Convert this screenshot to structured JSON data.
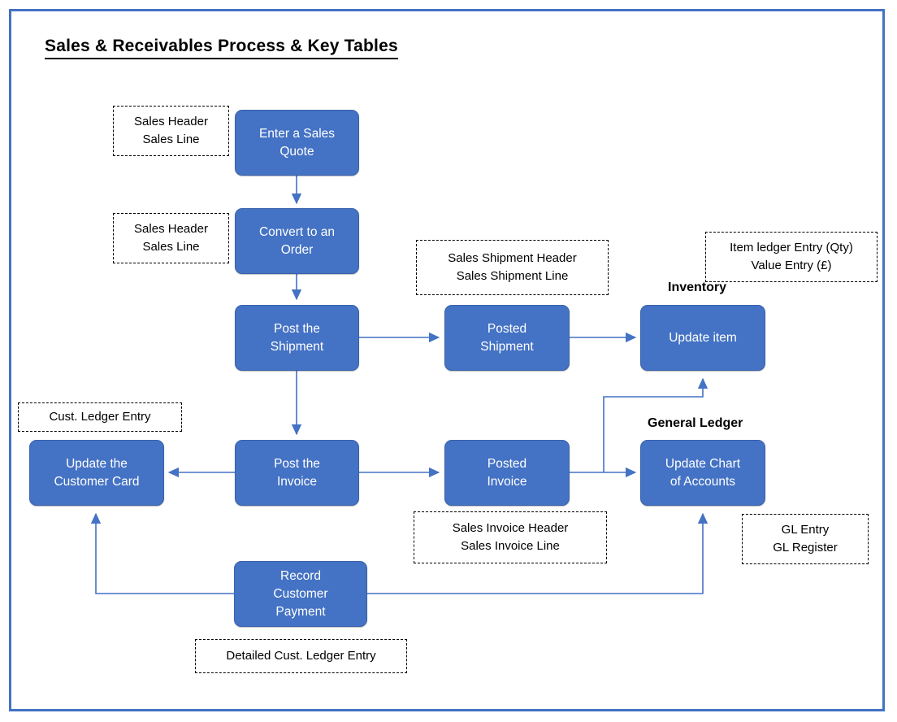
{
  "page": {
    "title": "Sales & Receivables Process & Key Tables",
    "frame_color": "#4472C4",
    "node_fill": "#4472C4",
    "node_text_color": "#FFFFFF",
    "connector_color": "#4472C4",
    "annotation_border": "#000000"
  },
  "nodes": [
    {
      "id": "enter-sales-quote",
      "label": "Enter a Sales\nQuote"
    },
    {
      "id": "convert-to-order",
      "label": "Convert to an\nOrder"
    },
    {
      "id": "post-the-shipment",
      "label": "Post the\nShipment"
    },
    {
      "id": "posted-shipment",
      "label": "Posted\nShipment"
    },
    {
      "id": "update-item",
      "label": "Update item"
    },
    {
      "id": "post-the-invoice",
      "label": "Post the\nInvoice"
    },
    {
      "id": "posted-invoice",
      "label": "Posted\nInvoice"
    },
    {
      "id": "update-chart-of-accounts",
      "label": "Update Chart\nof Accounts"
    },
    {
      "id": "update-customer-card",
      "label": "Update the\nCustomer Card"
    },
    {
      "id": "record-customer-payment",
      "label": "Record\nCustomer\nPayment"
    }
  ],
  "tables": [
    {
      "id": "tables-quote",
      "label": "Sales Header\nSales Line"
    },
    {
      "id": "tables-order",
      "label": "Sales Header\nSales Line"
    },
    {
      "id": "tables-shipment",
      "label": "Sales Shipment Header\nSales Shipment Line"
    },
    {
      "id": "tables-item",
      "label": "Item ledger Entry (Qty)\nValue Entry (£)"
    },
    {
      "id": "tables-customer",
      "label": "Cust. Ledger Entry"
    },
    {
      "id": "tables-invoice",
      "label": "Sales Invoice Header\nSales Invoice Line"
    },
    {
      "id": "tables-gl",
      "label": "GL Entry\nGL Register"
    },
    {
      "id": "tables-payment",
      "label": "Detailed Cust. Ledger Entry"
    }
  ],
  "captions": [
    {
      "id": "caption-inventory",
      "label": "Inventory"
    },
    {
      "id": "caption-general-ledger",
      "label": "General Ledger"
    }
  ]
}
